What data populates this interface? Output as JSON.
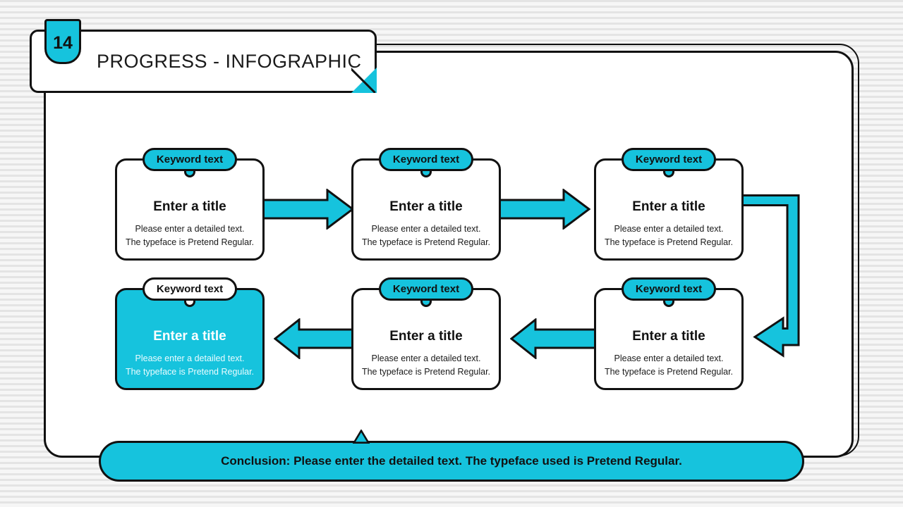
{
  "slide": {
    "number": "14",
    "title": "PROGRESS - INFOGRAPHIC",
    "accent_color": "#16c3dd",
    "outline_color": "#111111",
    "panel_color": "#ffffff",
    "background": "striped-light-gray"
  },
  "cards": [
    {
      "id": "card-1",
      "badge": "Keyword text",
      "title": "Enter a title",
      "body_line_1": "Please enter a detailed text.",
      "body_line_2": "The typeface is Pretend Regular.",
      "style": "outline"
    },
    {
      "id": "card-2",
      "badge": "Keyword text",
      "title": "Enter a title",
      "body_line_1": "Please enter a detailed text.",
      "body_line_2": "The typeface is Pretend Regular.",
      "style": "outline"
    },
    {
      "id": "card-3",
      "badge": "Keyword text",
      "title": "Enter a title",
      "body_line_1": "Please enter a detailed text.",
      "body_line_2": "The typeface is Pretend Regular.",
      "style": "outline"
    },
    {
      "id": "card-4",
      "badge": "Keyword text",
      "title": "Enter a title",
      "body_line_1": "Please enter a detailed text.",
      "body_line_2": "The typeface is Pretend Regular.",
      "style": "filled"
    },
    {
      "id": "card-5",
      "badge": "Keyword text",
      "title": "Enter a title",
      "body_line_1": "Please enter a detailed text.",
      "body_line_2": "The typeface is Pretend Regular.",
      "style": "outline"
    },
    {
      "id": "card-6",
      "badge": "Keyword text",
      "title": "Enter a title",
      "body_line_1": "Please enter a detailed text.",
      "body_line_2": "The typeface is Pretend Regular.",
      "style": "outline"
    }
  ],
  "connectors": [
    {
      "id": "arrow-1-to-2",
      "direction": "right"
    },
    {
      "id": "arrow-2-to-3",
      "direction": "right"
    },
    {
      "id": "arrow-3-to-6",
      "direction": "u-turn-down-left"
    },
    {
      "id": "arrow-6-to-5",
      "direction": "left"
    },
    {
      "id": "arrow-5-to-4",
      "direction": "left"
    }
  ],
  "conclusion": {
    "text": "Conclusion: Please enter the detailed text. The typeface used is Pretend Regular."
  }
}
